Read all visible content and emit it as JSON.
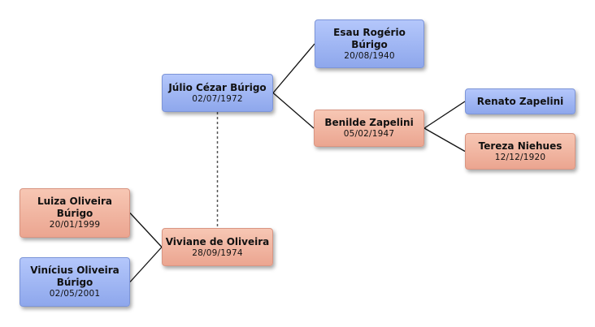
{
  "tree": {
    "people": {
      "esau": {
        "name": "Esau Rogério Búrigo",
        "date": "20/08/1940",
        "sex": "male"
      },
      "julio": {
        "name": "Júlio Cézar Búrigo",
        "date": "02/07/1972",
        "sex": "male"
      },
      "benilde": {
        "name": "Benilde Zapelini",
        "date": "05/02/1947",
        "sex": "female"
      },
      "renato": {
        "name": "Renato Zapelini",
        "date": "",
        "sex": "male"
      },
      "tereza": {
        "name": "Tereza Niehues",
        "date": "12/12/1920",
        "sex": "female"
      },
      "luiza": {
        "name": "Luiza Oliveira Búrigo",
        "date": "20/01/1999",
        "sex": "female"
      },
      "viviane": {
        "name": "Viviane de Oliveira",
        "date": "28/09/1974",
        "sex": "female"
      },
      "vinicius": {
        "name": "Vinícius Oliveira Búrigo",
        "date": "02/05/2001",
        "sex": "male"
      }
    },
    "links": [
      {
        "from": "julio",
        "to": "esau",
        "style": "solid"
      },
      {
        "from": "julio",
        "to": "benilde",
        "style": "solid"
      },
      {
        "from": "benilde",
        "to": "renato",
        "style": "solid"
      },
      {
        "from": "benilde",
        "to": "tereza",
        "style": "solid"
      },
      {
        "from": "viviane",
        "to": "luiza",
        "style": "solid"
      },
      {
        "from": "viviane",
        "to": "vinicius",
        "style": "solid"
      },
      {
        "from": "julio",
        "to": "viviane",
        "style": "dashed"
      }
    ],
    "colors": {
      "male_fill": "#9fb6f4",
      "female_fill": "#f1b6a2",
      "line": "#111111",
      "dashed_line": "#555555"
    }
  }
}
